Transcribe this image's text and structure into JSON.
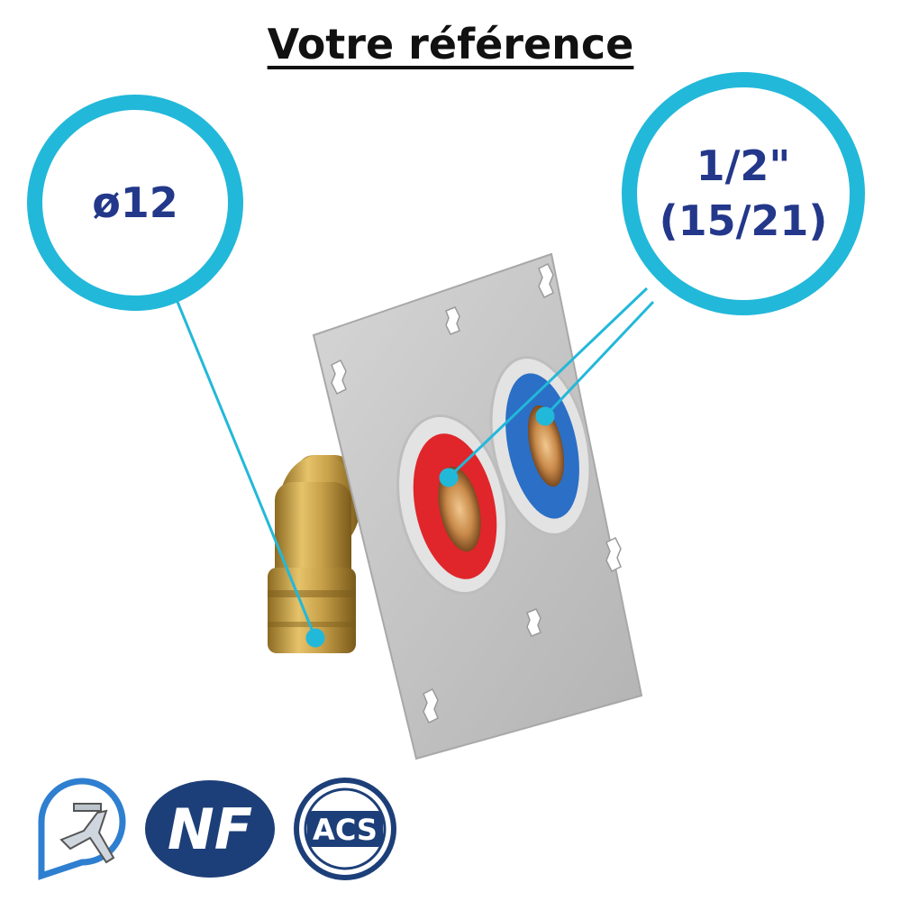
{
  "header": {
    "title": "Votre référence"
  },
  "callouts": {
    "left": {
      "label": "ø12"
    },
    "right": {
      "line1": "1/2\"",
      "line2": "(15/21)"
    }
  },
  "badges": {
    "nf": {
      "text": "NF"
    },
    "acs": {
      "text": "ACS"
    }
  },
  "colors": {
    "accent": "#22b8d9",
    "callout_text": "#23388a",
    "hot": "#e0262b",
    "cold": "#2b6fc6",
    "brass": "#c9a24a",
    "plate": "#c9c9c9",
    "badge_navy": "#1d3f79"
  }
}
